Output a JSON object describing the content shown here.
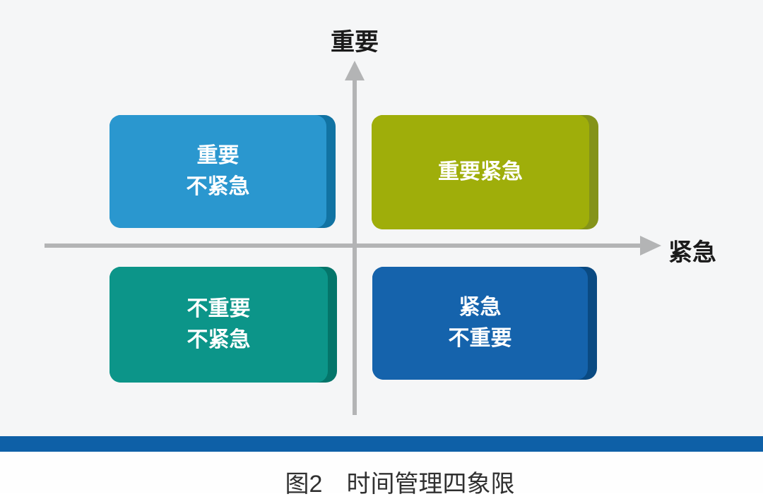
{
  "page": {
    "background_color": "#f5f6f7",
    "footer_background_color": "#fefefe"
  },
  "diagram": {
    "y_axis_label": "重要",
    "x_axis_label": "紧急",
    "axis_color": "#b3b4b5",
    "divider_bar_color": "#0e60a7",
    "quadrants": {
      "top_left": {
        "line1": "重要",
        "line2": "不紧急",
        "face_color": "#2a97cf",
        "side_color": "#1173a3"
      },
      "top_right": {
        "line1": "重要紧急",
        "line2": "",
        "face_color": "#9fae0a",
        "side_color": "#84931a"
      },
      "bottom_left": {
        "line1": "不重要",
        "line2": "不紧急",
        "face_color": "#0c9589",
        "side_color": "#04756a"
      },
      "bottom_right": {
        "line1": "紧急",
        "line2": "不重要",
        "face_color": "#1563ac",
        "side_color": "#0a4a82"
      }
    }
  },
  "caption": {
    "text": "图2　时间管理四象限"
  }
}
